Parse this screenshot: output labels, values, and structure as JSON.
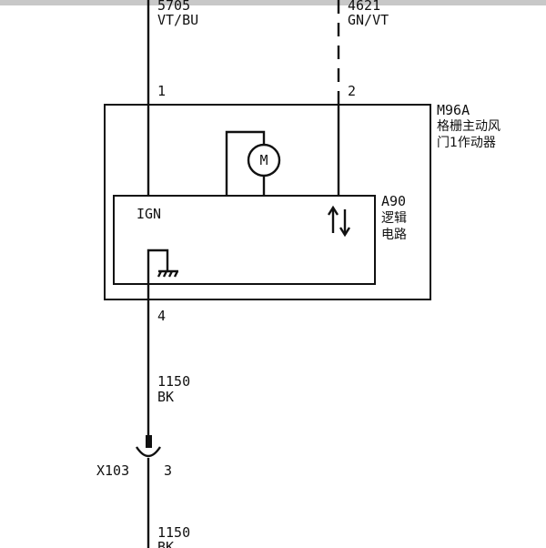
{
  "wires": {
    "top_left": {
      "circuit": "5705",
      "color": "VT/BU"
    },
    "top_right": {
      "circuit": "4621",
      "color": "GN/VT"
    },
    "bottom_1": {
      "circuit": "1150",
      "color": "BK"
    },
    "bottom_2": {
      "circuit": "1150",
      "color": "BK"
    }
  },
  "pins": {
    "p1": "1",
    "p2": "2",
    "p4": "4",
    "connector_pin": "3"
  },
  "module": {
    "id": "M96A",
    "name_line1": "格栅主动风",
    "name_line2": "门1作动器"
  },
  "logic": {
    "id": "A90",
    "name_line1": "逻辑",
    "name_line2": "电路",
    "ign_label": "IGN"
  },
  "motor": {
    "symbol": "M"
  },
  "connector": {
    "id": "X103"
  },
  "icons": {
    "motor": "motor-icon",
    "ground": "ground-icon",
    "bidirectional": "bidirectional-arrows-icon",
    "connector": "connector-icon"
  }
}
